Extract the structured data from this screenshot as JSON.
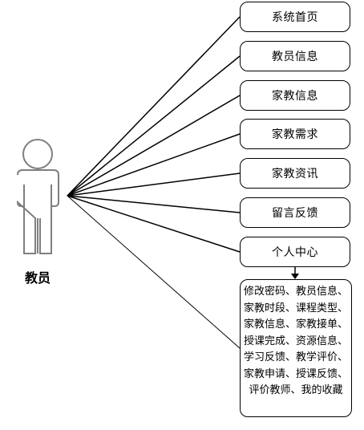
{
  "actor": {
    "label": "教员",
    "icon": "person-icon"
  },
  "functions": [
    {
      "label": "系统首页"
    },
    {
      "label": "教员信息"
    },
    {
      "label": "家教信息"
    },
    {
      "label": "家教需求"
    },
    {
      "label": "家教资讯"
    },
    {
      "label": "留言反馈"
    },
    {
      "label": "个人中心"
    }
  ],
  "personal_center_detail": "修改密码、教员信息、家教时段、课程类型、家教信息、家教接单、授课完成、资源信息、学习反馈、教学评价、家教申请、授课反馈、评价教师、我的收藏",
  "colors": {
    "line": "#000000",
    "actor_fill": "#ffffff",
    "actor_stroke": "#7f7f7f"
  }
}
